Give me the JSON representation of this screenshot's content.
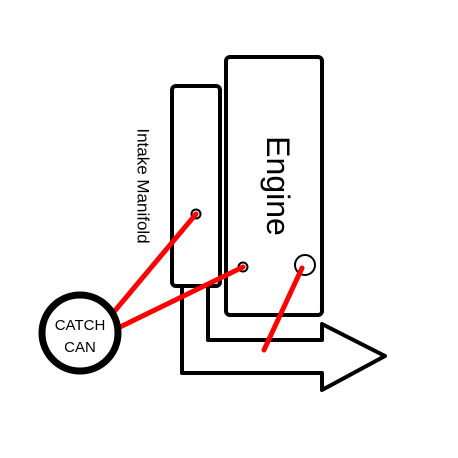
{
  "labels": {
    "engine": "Engine",
    "intake_manifold": "Intake Manifold",
    "catch_can_line1": "CATCH",
    "catch_can_line2": "CAN"
  },
  "colors": {
    "outline": "#000000",
    "hose": "#ff0000",
    "background": "#ffffff"
  },
  "icons": {
    "flow_arrow": "arrow-right-icon"
  }
}
